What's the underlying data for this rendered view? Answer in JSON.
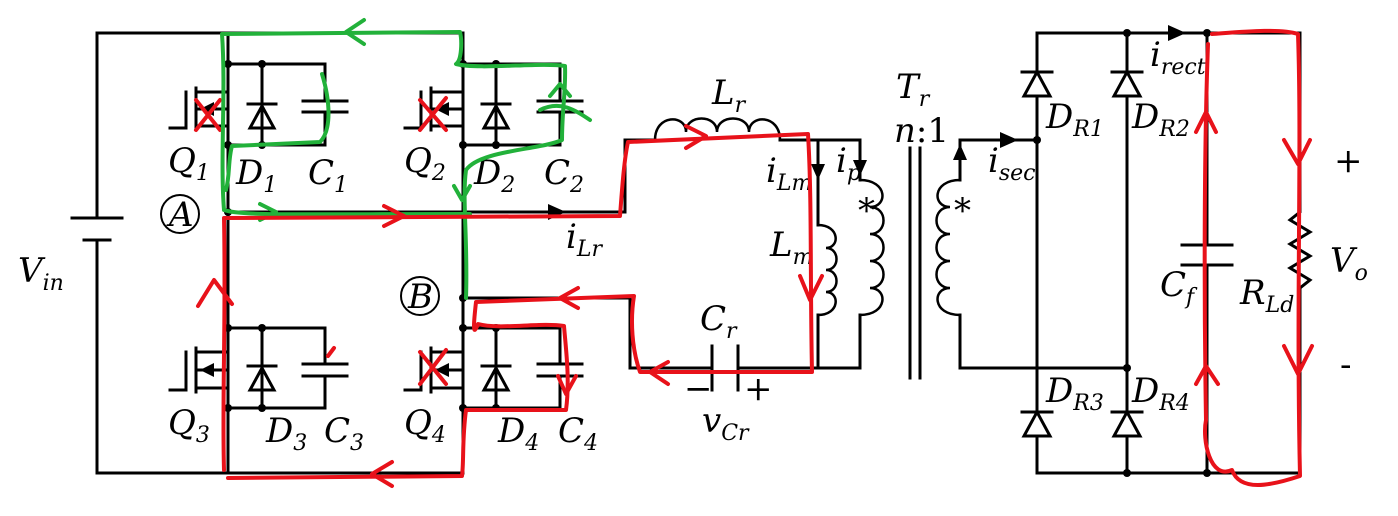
{
  "colors": {
    "wire": "#000000",
    "path_red": "#e8121a",
    "path_green": "#22b13a"
  },
  "labels": {
    "vin_main": "V",
    "vin_sub": "in",
    "q1_main": "Q",
    "q1_sub": "1",
    "d1_main": "D",
    "d1_sub": "1",
    "c1_main": "C",
    "c1_sub": "1",
    "q2_main": "Q",
    "q2_sub": "2",
    "d2_main": "D",
    "d2_sub": "2",
    "c2_main": "C",
    "c2_sub": "2",
    "q3_main": "Q",
    "q3_sub": "3",
    "d3_main": "D",
    "d3_sub": "3",
    "c3_main": "C",
    "c3_sub": "3",
    "q4_main": "Q",
    "q4_sub": "4",
    "d4_main": "D",
    "d4_sub": "4",
    "c4_main": "C",
    "c4_sub": "4",
    "node_a": "A",
    "node_b": "B",
    "ilr_main": "i",
    "ilr_sub": "Lr",
    "lr_main": "L",
    "lr_sub": "r",
    "ilm_main": "i",
    "ilm_sub": "Lm",
    "ip_main": "i",
    "ip_sub": "p",
    "lm_main": "L",
    "lm_sub": "m",
    "cr_main": "C",
    "cr_sub": "r",
    "vcr_main": "v",
    "vcr_sub": "Cr",
    "cr_minus": "−",
    "cr_plus": "+",
    "tr_main": "T",
    "tr_sub": "r",
    "ratio_n": "n",
    "ratio_rest": ":1",
    "dot_primary": "*",
    "dot_secondary": "*",
    "isec_main": "i",
    "isec_sub": "sec",
    "dr1_main": "D",
    "dr1_sub": "R1",
    "dr2_main": "D",
    "dr2_sub": "R2",
    "dr3_main": "D",
    "dr3_sub": "R3",
    "dr4_main": "D",
    "dr4_sub": "R4",
    "irect_main": "i",
    "irect_sub": "rect",
    "cf_main": "C",
    "cf_sub": "f",
    "rld_main": "R",
    "rld_sub": "Ld",
    "vo_main": "V",
    "vo_sub": "o",
    "out_plus": "+",
    "out_minus": "-"
  }
}
